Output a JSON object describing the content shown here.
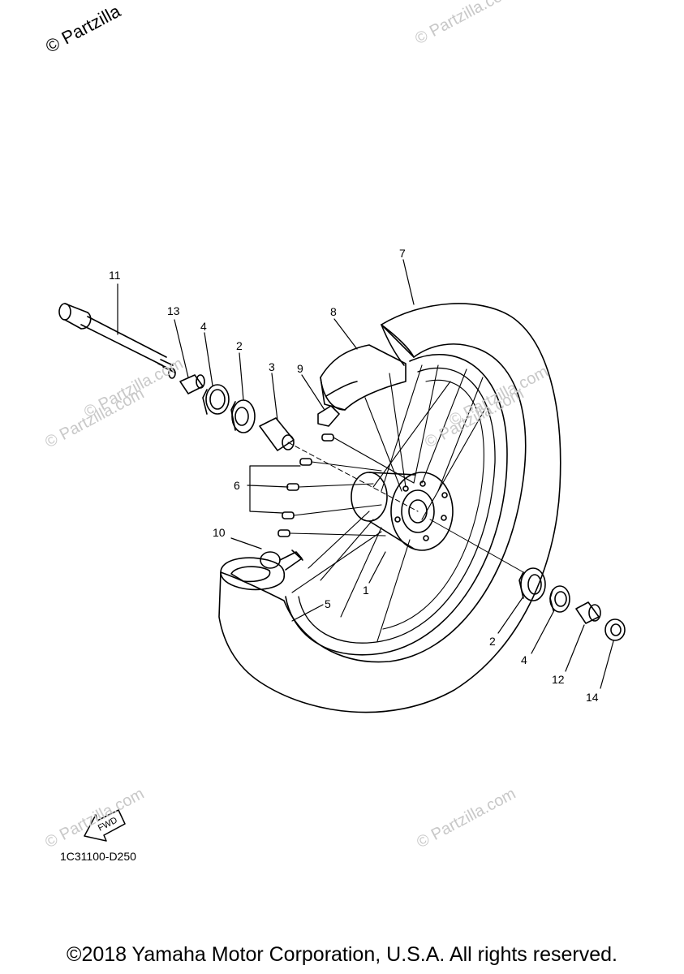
{
  "watermarks": {
    "top_left": "© Partzilla",
    "top_right": "© Partzilla.com",
    "mid_left": "© Partzilla.com",
    "mid_right": "© Partzilla.com",
    "spokes": "© Partzilla.com",
    "rim": "© Partzilla.com",
    "low_left": "© Partzilla.com",
    "low_right": "© Partzilla.com"
  },
  "callouts": {
    "c11": "11",
    "c13": "13",
    "c4a": "4",
    "c2a": "2",
    "c3": "3",
    "c9": "9",
    "c8": "8",
    "c7": "7",
    "c6": "6",
    "c10": "10",
    "c1": "1",
    "c5": "5",
    "c2b": "2",
    "c4b": "4",
    "c12": "12",
    "c14": "14"
  },
  "fwd_label": "FWD",
  "diagram_code": "1C31100-D250",
  "copyright": "©2018 Yamaha Motor Corporation, U.S.A. All rights reserved."
}
